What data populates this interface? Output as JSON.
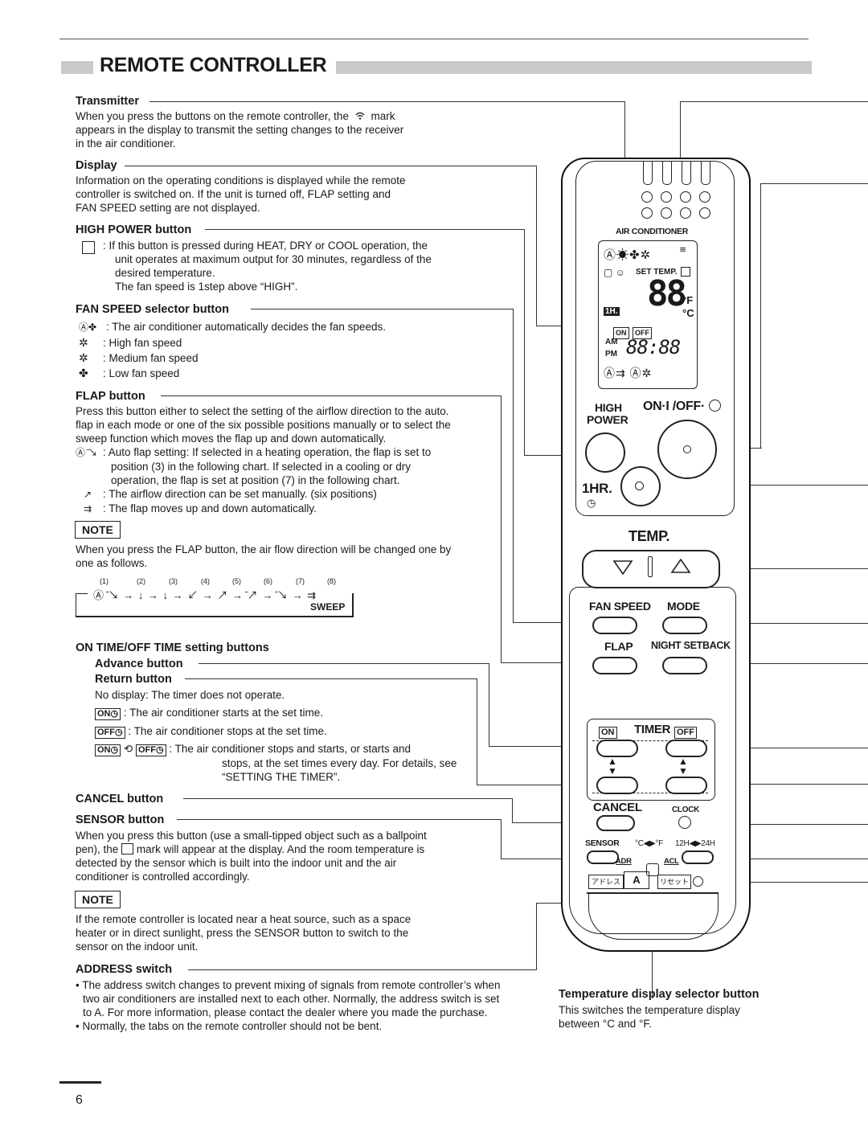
{
  "header": {
    "title": "REMOTE CONTROLLER"
  },
  "sections": {
    "transmitter": {
      "title": "Transmitter",
      "text_a": "When you press the buttons on the remote controller, the",
      "text_b": "mark",
      "text_c": "appears in the display to transmit the setting changes to the receiver",
      "text_d": "in the air conditioner."
    },
    "display": {
      "title": "Display",
      "lines": [
        "Information on the operating conditions is displayed while the remote",
        "controller is switched on. If the unit is turned off, FLAP setting and",
        "FAN SPEED setting are not displayed."
      ]
    },
    "high_power": {
      "title": "HIGH POWER button",
      "lines": [
        "If this button is pressed during HEAT, DRY or COOL operation, the",
        "unit operates at maximum output for 30 minutes, regardless of the",
        "desired temperature.",
        "The fan speed is 1step above “HIGH”."
      ]
    },
    "fan_speed": {
      "title": "FAN SPEED selector button",
      "items": [
        ": The air conditioner automatically decides the fan speeds.",
        ": High fan speed",
        ": Medium fan speed",
        ": Low fan speed"
      ]
    },
    "flap": {
      "title": "FLAP button",
      "lines": [
        "Press this button either to select the setting of the airflow direction to the auto.",
        "flap in each mode or one of the six possible positions manually or to select the",
        "sweep function which moves the flap up and down automatically."
      ],
      "auto_lines": [
        ": Auto flap setting: If selected in a heating operation, the flap is set to",
        "position (3) in the following chart. If selected in a cooling or dry",
        "operation, the flap is set at position (7) in the following chart."
      ],
      "manual": ": The airflow direction can be set manually. (six positions)",
      "swing": ": The flap moves up and down automatically."
    },
    "note1": {
      "label": "NOTE",
      "lines": [
        "When you press the FLAP button, the air flow direction will be changed one by",
        "one as follows."
      ],
      "positions": [
        "(1)",
        "(2)",
        "(3)",
        "(4)",
        "(5)",
        "(6)",
        "(7)",
        "(8)"
      ],
      "sweep": "SWEEP"
    },
    "timer": {
      "title": "ON TIME/OFF TIME setting buttons",
      "advance": "Advance button",
      "return": "Return button",
      "no_display": "No display: The timer does not operate.",
      "on_text": ": The air conditioner starts at the set time.",
      "off_text": ": The air conditioner stops at the set time.",
      "both_lines": [
        ": The air conditioner stops and starts, or starts and",
        "stops, at the set times every day. For details, see",
        "“SETTING THE TIMER”."
      ],
      "on_tag": "ON",
      "off_tag": "OFF"
    },
    "cancel": {
      "title": "CANCEL button"
    },
    "sensor": {
      "title": "SENSOR button",
      "lines": [
        "When you press this button (use a small-tipped object such as a ballpoint",
        "mark will appear at the display. And the room temperature is",
        "detected by the sensor which is built into the indoor unit and the air",
        "conditioner is controlled accordingly."
      ],
      "pen_prefix": "pen), the"
    },
    "note2": {
      "label": "NOTE",
      "lines": [
        "If the remote controller is located near a heat source, such as a space",
        "heater or in direct sunlight, press the SENSOR button to switch to the",
        "sensor on the indoor unit."
      ]
    },
    "address": {
      "title": "ADDRESS switch",
      "bullets": [
        "The address switch changes to prevent mixing of signals from remote controller’s when",
        "two air conditioners are installed next to each other. Normally, the address switch is set",
        "to A. For more information, please contact the dealer where you made the purchase.",
        "Normally, the tabs on the remote controller should not be bent."
      ]
    },
    "temp_selector": {
      "title": "Temperature display selector button",
      "lines": [
        "This switches the temperature display",
        "between °C and °F."
      ]
    }
  },
  "remote": {
    "brand": "AIR CONDITIONER",
    "set_temp": "SET TEMP.",
    "digits": "88",
    "deg_f": "°F",
    "deg_c": "°C",
    "one_h": "1H.",
    "on_lbl": "ON",
    "off_lbl": "OFF",
    "am": "AM",
    "pm": "PM",
    "clock_digits": "88:88",
    "high": "HIGH",
    "power": "POWER",
    "onoff": "ON·I /OFF·",
    "one_hr": "1HR.",
    "temp": "TEMP.",
    "fan_speed": "FAN SPEED",
    "mode": "MODE",
    "flap": "FLAP",
    "night_setback": "NIGHT SETBACK",
    "timer": "TIMER",
    "cancel": "CANCEL",
    "clock": "CLOCK",
    "sensor": "SENSOR",
    "cf": "°C◀▶°F",
    "h12_24": "12H◀▶24H",
    "adr": "ADR",
    "acl": "ACL",
    "address_jp": "アドレス",
    "address_a": "A",
    "reset_jp": "リセット"
  },
  "footer": {
    "page": "6"
  }
}
